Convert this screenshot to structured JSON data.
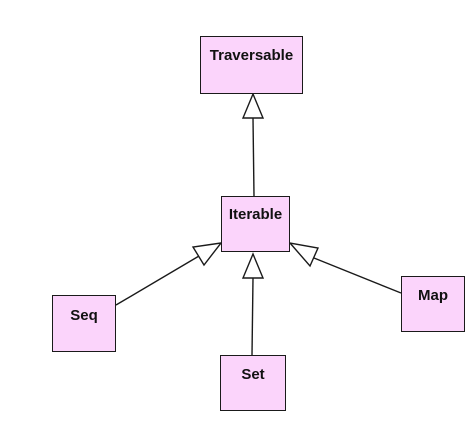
{
  "diagram": {
    "fill_color": "#fbd4fb",
    "stroke_color": "#1a1a1a",
    "nodes": {
      "traversable": {
        "label": "Traversable"
      },
      "iterable": {
        "label": "Iterable"
      },
      "seq": {
        "label": "Seq"
      },
      "set": {
        "label": "Set"
      },
      "map": {
        "label": "Map"
      }
    },
    "edges": [
      {
        "from": "iterable",
        "to": "traversable",
        "kind": "generalization"
      },
      {
        "from": "seq",
        "to": "iterable",
        "kind": "generalization"
      },
      {
        "from": "set",
        "to": "iterable",
        "kind": "generalization"
      },
      {
        "from": "map",
        "to": "iterable",
        "kind": "generalization"
      }
    ]
  }
}
